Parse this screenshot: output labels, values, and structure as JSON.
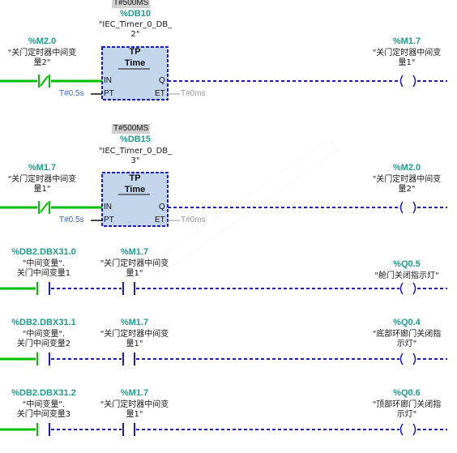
{
  "networks": [
    {
      "timer": {
        "preset": "T#500MS",
        "db": "%DB10",
        "instance_name": "\"IEC_Timer_0_DB_\n2\"",
        "type": "TP",
        "subtype": "Time",
        "pins": {
          "in": "IN",
          "pt": "PT",
          "q": "Q",
          "et": "ET"
        },
        "pt_value": "T#0.5s",
        "et_value": "T#0ms"
      },
      "input_contact": {
        "address": "%M2.0",
        "symbol": "\"关门定时器中间变\n量2\"",
        "negated": true
      },
      "output_coil": {
        "address": "%M1.7",
        "symbol": "\"关门定时器中间变\n量1\""
      }
    },
    {
      "timer": {
        "preset": "T#500MS",
        "db": "%DB15",
        "instance_name": "\"IEC_Timer_0_DB_\n3\"",
        "type": "TP",
        "subtype": "Time",
        "pins": {
          "in": "IN",
          "pt": "PT",
          "q": "Q",
          "et": "ET"
        },
        "pt_value": "T#0.5s",
        "et_value": "T#0ms"
      },
      "input_contact": {
        "address": "%M1.7",
        "symbol": "\"关门定时器中间变\n量1\"",
        "negated": true
      },
      "output_coil": {
        "address": "%M2.0",
        "symbol": "\"关门定时器中间变\n量2\""
      }
    },
    {
      "contact1": {
        "address": "%DB2.DBX31.0",
        "symbol": "\"中间变量\".\n关门中间变量1"
      },
      "contact2": {
        "address": "%M1.7",
        "symbol": "\"关门定时器中间变\n量1\""
      },
      "output_coil": {
        "address": "%Q0.5",
        "symbol": "\"舱门关闭指示灯\""
      }
    },
    {
      "contact1": {
        "address": "%DB2.DBX31.1",
        "symbol": "\"中间变量\".\n关门中间变量2"
      },
      "contact2": {
        "address": "%M1.7",
        "symbol": "\"关门定时器中间变\n量1\""
      },
      "output_coil": {
        "address": "%Q0.4",
        "symbol": "\"底部环廊门关闭指\n示灯\""
      }
    },
    {
      "contact1": {
        "address": "%DB2.DBX31.2",
        "symbol": "\"中间变量\".\n关门中间变量3"
      },
      "contact2": {
        "address": "%M1.7",
        "symbol": "\"关门定时器中间变\n量1\""
      },
      "output_coil": {
        "address": "%Q0.6",
        "symbol": "\"顶部环廊门关闭指\n示灯\""
      }
    }
  ],
  "colors": {
    "power_flow": "#00c000",
    "no_flow": "#1a1acc",
    "address": "#1f9d8a",
    "preset_bg": "#d0d0d0",
    "param_blue": "#3366cc"
  }
}
